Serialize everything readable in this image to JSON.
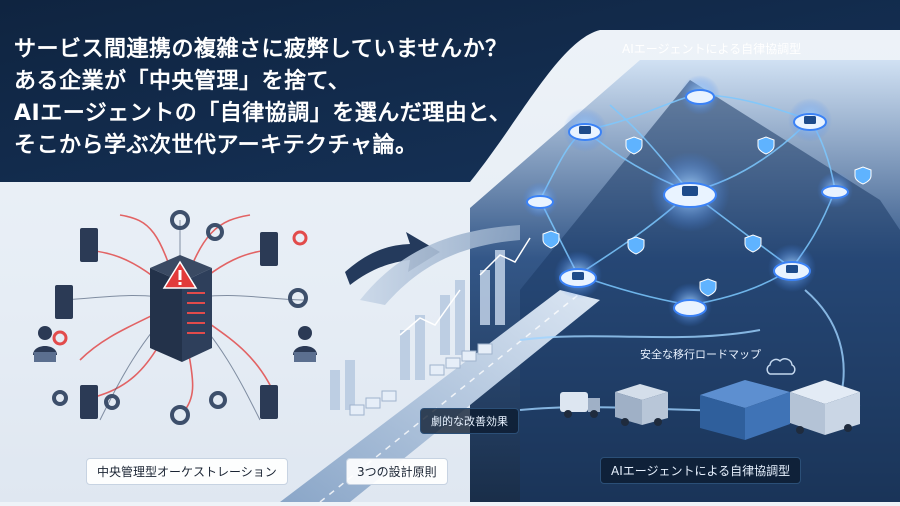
{
  "headline": {
    "lines": [
      "サービス間連携の複雑さに疲弊していませんか？",
      "ある企業が「中央管理」を捨て、",
      "AIエージェントの「自律協調」を選んだ理由と、",
      "そこから学ぶ次世代アーキテクチャ論。"
    ]
  },
  "labels": {
    "top_right": "AIエージェントによる自律協調型",
    "roadmap": "安全な移行ロードマップ",
    "improvement": "劇的な改善効果",
    "central": "中央管理型オーケストレーション",
    "principles": "3つの設計原則",
    "bottom_right": "AIエージェントによる自律協調型"
  },
  "icons": {
    "warning": "warning-icon",
    "gear": "gear-icon",
    "server": "server-icon",
    "operator": "operator-icon",
    "shield": "shield-icon",
    "chip": "chip-icon",
    "truck": "truck-icon",
    "container": "container-icon",
    "cloud": "cloud-icon"
  },
  "colors": {
    "navy": "#0f2440",
    "accent_blue": "#3b82f6",
    "glow": "#7cc8ff",
    "alert_red": "#e23b3b"
  }
}
